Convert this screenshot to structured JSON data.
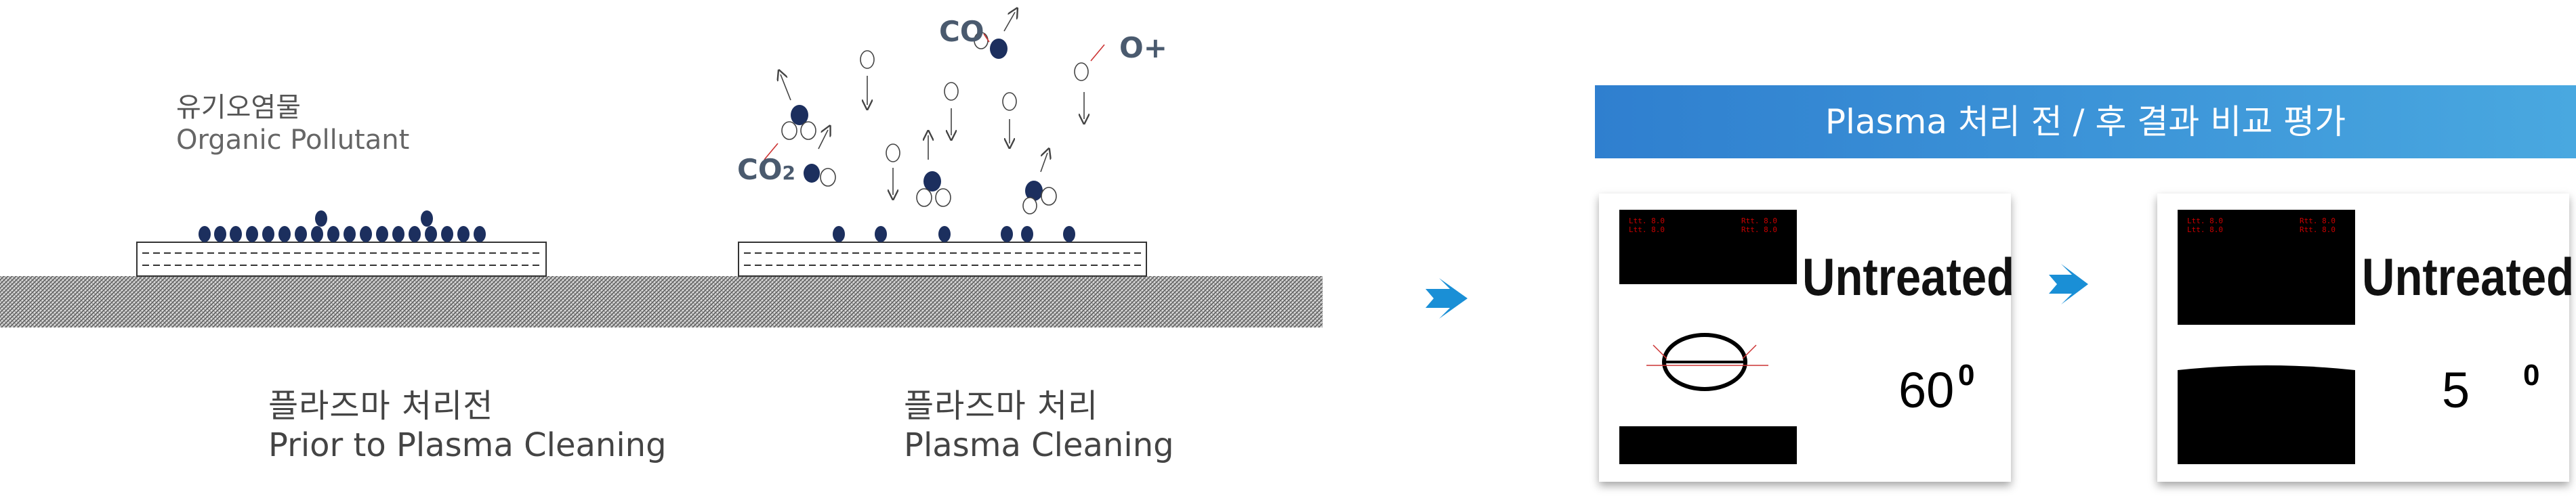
{
  "left_panel": {
    "pollutant_ko": "유기오염물",
    "pollutant_en": "Organic Pollutant",
    "before_ko": "플라즈마 처리전",
    "before_en": "Prior to Plasma Cleaning",
    "during_ko": "플라즈마 처리",
    "during_en": "Plasma Cleaning",
    "species": {
      "co": "CO",
      "co2": "CO",
      "co2_sub": "2",
      "o_plus": "O+"
    }
  },
  "right_panel": {
    "banner": "Plasma 처리 전 / 후  결과 비교 평가",
    "cards": [
      {
        "label": "Untreated",
        "angle": "60",
        "degree": "0"
      },
      {
        "label": "Untreated",
        "angle": "5",
        "degree": "0"
      }
    ]
  },
  "colors": {
    "dot": "#1c2f5e",
    "arrow": "#1a8fd6",
    "banner_start": "#2f7fcf",
    "banner_end": "#49a8e0"
  }
}
